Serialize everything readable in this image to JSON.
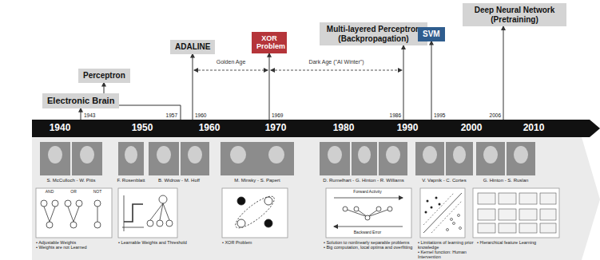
{
  "diagram": {
    "nodes": [
      {
        "text": [
          "Electronic Brain"
        ]
      },
      {
        "text": [
          "Perceptron"
        ]
      },
      {
        "text": [
          "ADALINE"
        ]
      },
      {
        "text": [
          "XOR Problem"
        ]
      },
      {
        "text": [
          "Multi-layered Perceptron (Backpropagation)"
        ]
      },
      {
        "text": [
          "SVM"
        ]
      },
      {
        "text": [
          "Deep Neural Network (Pretraining)"
        ]
      }
    ],
    "labels": [
      "1943",
      "1957",
      "1960",
      "1969",
      "1986",
      "1995",
      "2006",
      "Golden Age",
      "Dark Age (\"AI Winter\")",
      "1940",
      "1950",
      "1960",
      "1970",
      "1980",
      "1990",
      "2000",
      "2010",
      "S. McCulloch - W. Pitts",
      "F. Rosenblatt",
      "B. Widrow - M. Hoff",
      "M. Minsky - S. Papert",
      "D. Rumelhart - G. Hinton - R. Williams",
      "V. Vapnik - C. Cortes",
      "G. Hinton - S. Ruslan",
      "AND",
      "OR",
      "NOT",
      "Forward Activity",
      "Backward Error",
      "• Adjustable Weights",
      "• Weights are not Learned",
      "• Learnable Weights and Threshold",
      "• XOR Problem",
      "• Solution to nonlinearly separable problems",
      "• Big computation, local optima and overfitting",
      "• Limitations of learning prior knowledge",
      "• Kernel function: Human Intervention",
      "• Hierarchical feature Learning"
    ]
  }
}
